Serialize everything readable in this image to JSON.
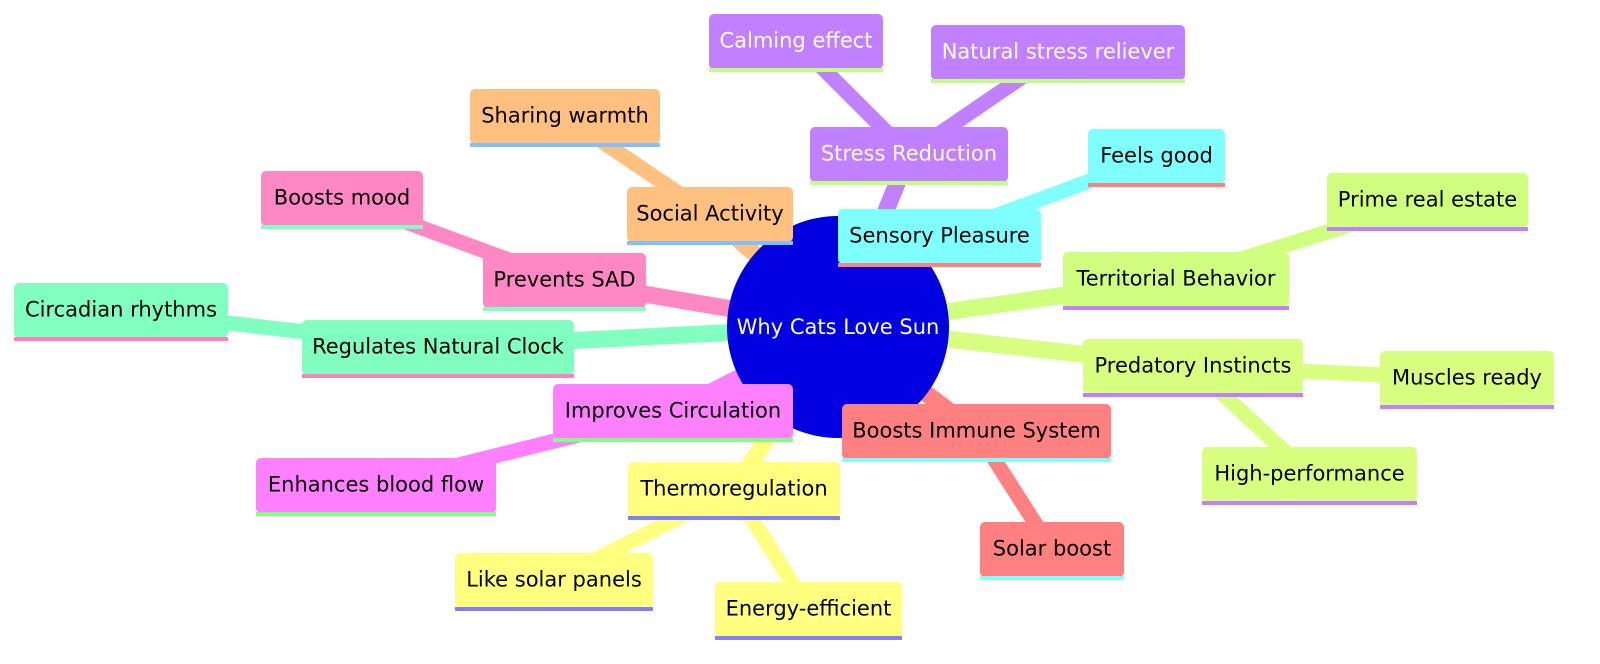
{
  "root": {
    "label": "Why Cats Love Sun",
    "color": "#0000e0"
  },
  "branches": [
    {
      "id": "thermo",
      "label": "Thermoregulation",
      "color": "#ffff80",
      "edge": "#ffff80",
      "text": "#000000",
      "underline": "#8080ff",
      "children": [
        {
          "id": "solar-panels",
          "label": "Like solar panels"
        },
        {
          "id": "energy",
          "label": "Energy-efficient"
        }
      ]
    },
    {
      "id": "circ",
      "label": "Improves Circulation",
      "color": "#ff80ff",
      "edge": "#ff80ff",
      "text": "#000000",
      "underline": "#80ff80",
      "children": [
        {
          "id": "blood",
          "label": "Enhances blood flow"
        }
      ]
    },
    {
      "id": "clock",
      "label": "Regulates Natural Clock",
      "color": "#80ffc0",
      "edge": "#80ffc0",
      "text": "#000000",
      "underline": "#ff80c0",
      "children": [
        {
          "id": "circadian",
          "label": "Circadian rhythms"
        }
      ]
    },
    {
      "id": "sad",
      "label": "Prevents SAD",
      "color": "#ff88c4",
      "edge": "#ff88c4",
      "text": "#000000",
      "underline": "#80ffc0",
      "children": [
        {
          "id": "mood",
          "label": "Boosts mood"
        }
      ]
    },
    {
      "id": "social",
      "label": "Social Activity",
      "color": "#ffc080",
      "edge": "#ffc080",
      "text": "#000000",
      "underline": "#80c0ff",
      "children": [
        {
          "id": "warmth",
          "label": "Sharing warmth"
        }
      ]
    },
    {
      "id": "stress",
      "label": "Stress Reduction",
      "color": "#c080ff",
      "edge": "#c080ff",
      "text": "#ffffff",
      "underline": "#c0ff80",
      "children": [
        {
          "id": "calming",
          "label": "Calming effect"
        },
        {
          "id": "reliever",
          "label": "Natural stress reliever"
        }
      ]
    },
    {
      "id": "sensory",
      "label": "Sensory Pleasure",
      "color": "#80ffff",
      "edge": "#80ffff",
      "text": "#000000",
      "underline": "#ff8080",
      "children": [
        {
          "id": "feels",
          "label": "Feels good"
        }
      ]
    },
    {
      "id": "territorial",
      "label": "Territorial Behavior",
      "color": "#d0ff80",
      "edge": "#d0ff80",
      "text": "#000000",
      "underline": "#c080ff",
      "children": [
        {
          "id": "estate",
          "label": "Prime real estate"
        }
      ]
    },
    {
      "id": "predatory",
      "label": "Predatory Instincts",
      "color": "#d8ff80",
      "edge": "#d8ff80",
      "text": "#000000",
      "underline": "#c080ff",
      "children": [
        {
          "id": "muscles",
          "label": "Muscles ready"
        },
        {
          "id": "performance",
          "label": "High-performance"
        }
      ]
    },
    {
      "id": "immune",
      "label": "Boosts Immune System",
      "color": "#ff8080",
      "edge": "#ff8080",
      "text": "#000000",
      "underline": "#80ffff",
      "children": [
        {
          "id": "solar-boost",
          "label": "Solar boost"
        }
      ]
    }
  ]
}
